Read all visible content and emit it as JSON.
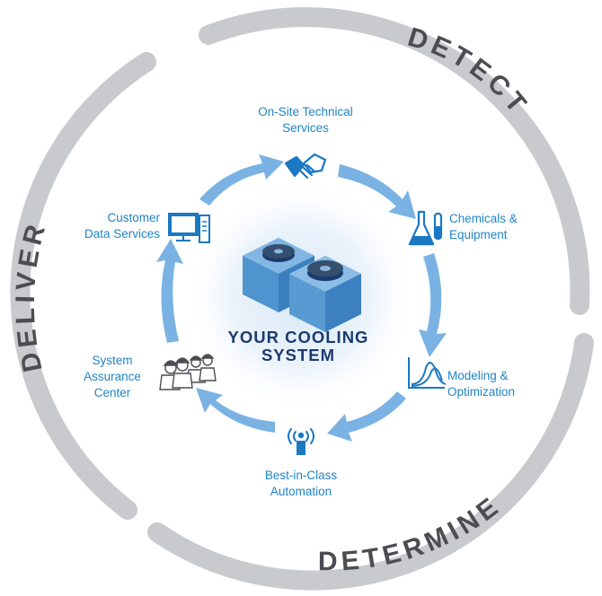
{
  "ring": {
    "detect": "DETECT",
    "determine": "DETERMINE",
    "deliver": "DELIVER"
  },
  "center": {
    "line1": "YOUR COOLING",
    "line2": "SYSTEM"
  },
  "nodes": {
    "onsite": {
      "line1": "On-Site Technical",
      "line2": "Services",
      "icon": "handshake-icon"
    },
    "chemicals": {
      "line1": "Chemicals &",
      "line2": "Equipment",
      "icon": "flask-icon"
    },
    "modeling": {
      "line1": "Modeling &",
      "line2": "Optimization",
      "icon": "chart-curve-icon"
    },
    "automation": {
      "line1": "Best-in-Class",
      "line2": "Automation",
      "icon": "antenna-icon"
    },
    "assurance": {
      "line1": "System",
      "line2": "Assurance",
      "line3": "Center",
      "icon": "engineers-icon"
    },
    "customer": {
      "line1": "Customer",
      "line2": "Data Services",
      "icon": "computer-icon"
    }
  },
  "colors": {
    "ring_gray": "#c9cacd",
    "arrow_blue": "#7ab3e3",
    "label_blue": "#1f84c6",
    "icon_blue": "#1b78c2",
    "center_navy": "#1b3b6f",
    "cube_blue": "#4f93cf"
  }
}
